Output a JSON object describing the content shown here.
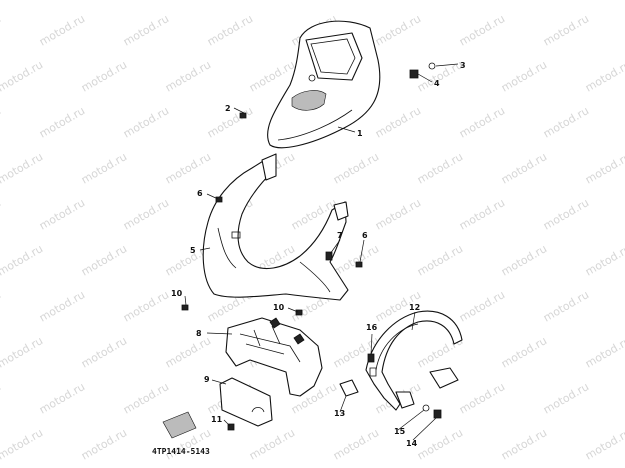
{
  "watermark": {
    "text": "motod.ru"
  },
  "diagram_code": "4TP1414-5143",
  "callouts": [
    "1",
    "2",
    "3",
    "4",
    "5",
    "6",
    "6",
    "7",
    "8",
    "9",
    "10",
    "10",
    "11",
    "12",
    "13",
    "14",
    "15",
    "16"
  ]
}
